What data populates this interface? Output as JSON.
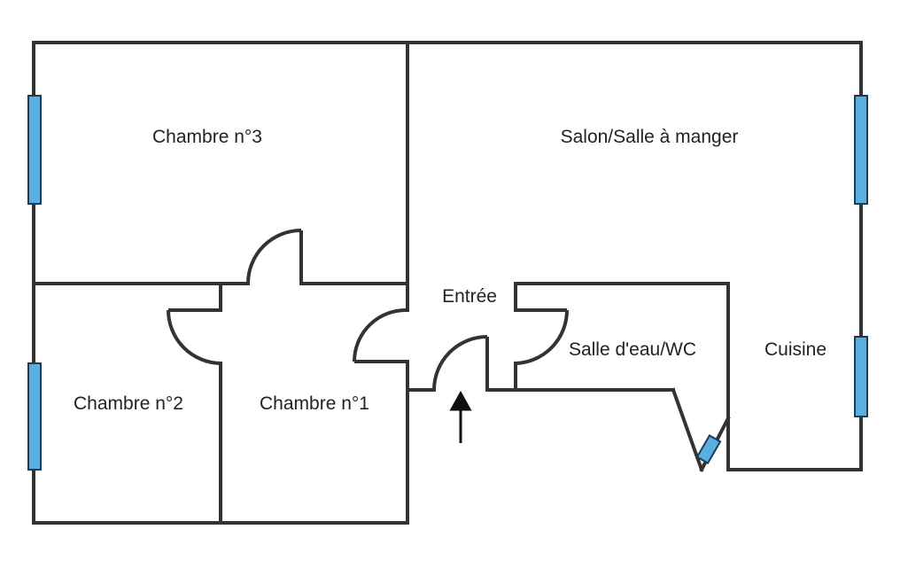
{
  "colors": {
    "wall": "#333333",
    "window": "#5aaee0",
    "window_edge": "#1f3a55",
    "background": "#ffffff"
  },
  "rooms": {
    "chambre3": "Chambre n°3",
    "salon": "Salon/Salle à manger",
    "entree": "Entrée",
    "salle_eau": "Salle d'eau/WC",
    "cuisine": "Cuisine",
    "chambre2": "Chambre n°2",
    "chambre1": "Chambre n°1"
  },
  "icons": {
    "entrance": "arrow-up-icon",
    "door": "door-swing-icon",
    "window": "window-icon"
  }
}
